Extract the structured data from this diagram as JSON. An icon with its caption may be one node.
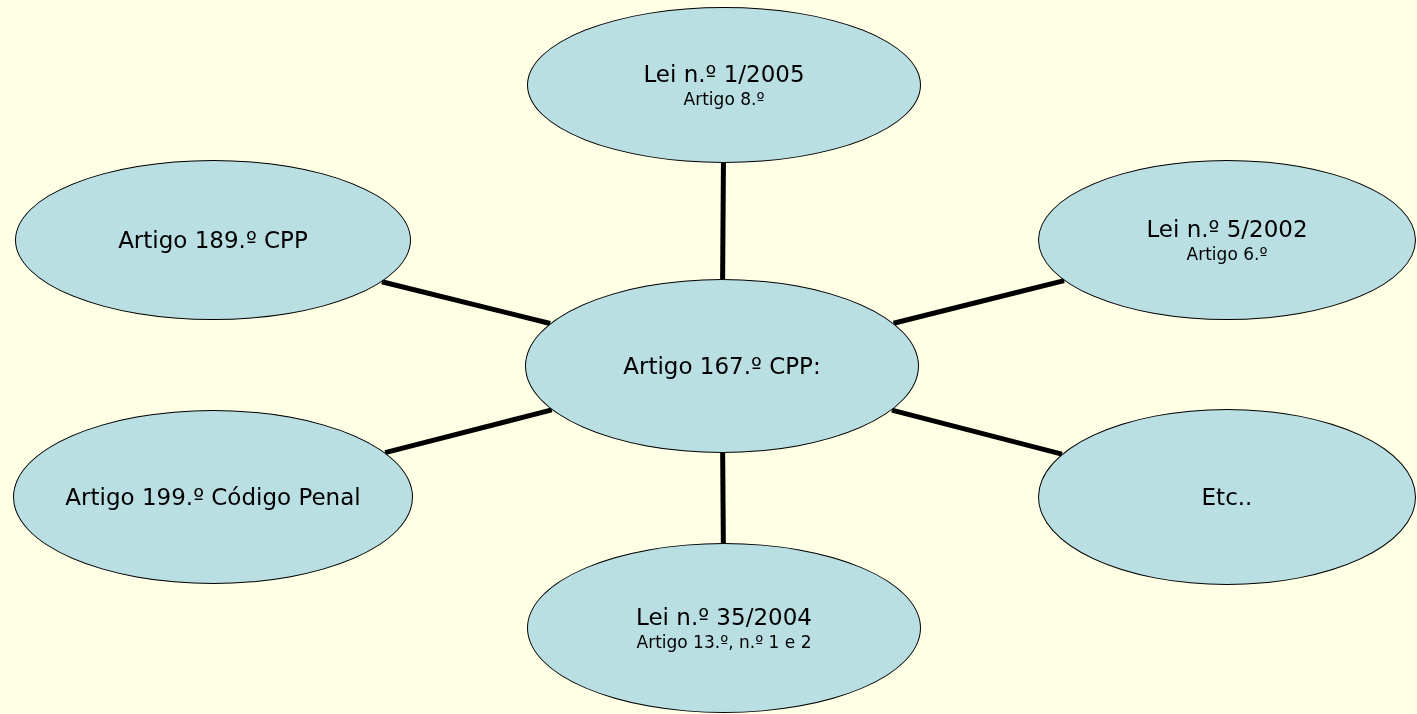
{
  "diagram": {
    "nodes": [
      {
        "text": [
          "Lei n.º 1/2005",
          "Artigo 8.º"
        ]
      },
      {
        "text": [
          "Artigo 189.º CPP"
        ]
      },
      {
        "text": [
          "Lei n.º 5/2002",
          "Artigo 6.º"
        ]
      },
      {
        "text": [
          "Artigo 167.º CPP:"
        ]
      },
      {
        "text": [
          "Artigo 199.º Código Penal"
        ]
      },
      {
        "text": [
          "Etc.."
        ]
      },
      {
        "text": [
          "Lei n.º 35/2004",
          "Artigo 13.º, n.º 1 e 2"
        ]
      }
    ],
    "edges": [
      {
        "from": 3,
        "to": 0,
        "arrow": "none"
      },
      {
        "from": 3,
        "to": 1,
        "arrow": "none"
      },
      {
        "from": 3,
        "to": 2,
        "arrow": "none"
      },
      {
        "from": 3,
        "to": 4,
        "arrow": "none"
      },
      {
        "from": 3,
        "to": 5,
        "arrow": "none"
      },
      {
        "from": 3,
        "to": 6,
        "arrow": "none"
      }
    ]
  }
}
